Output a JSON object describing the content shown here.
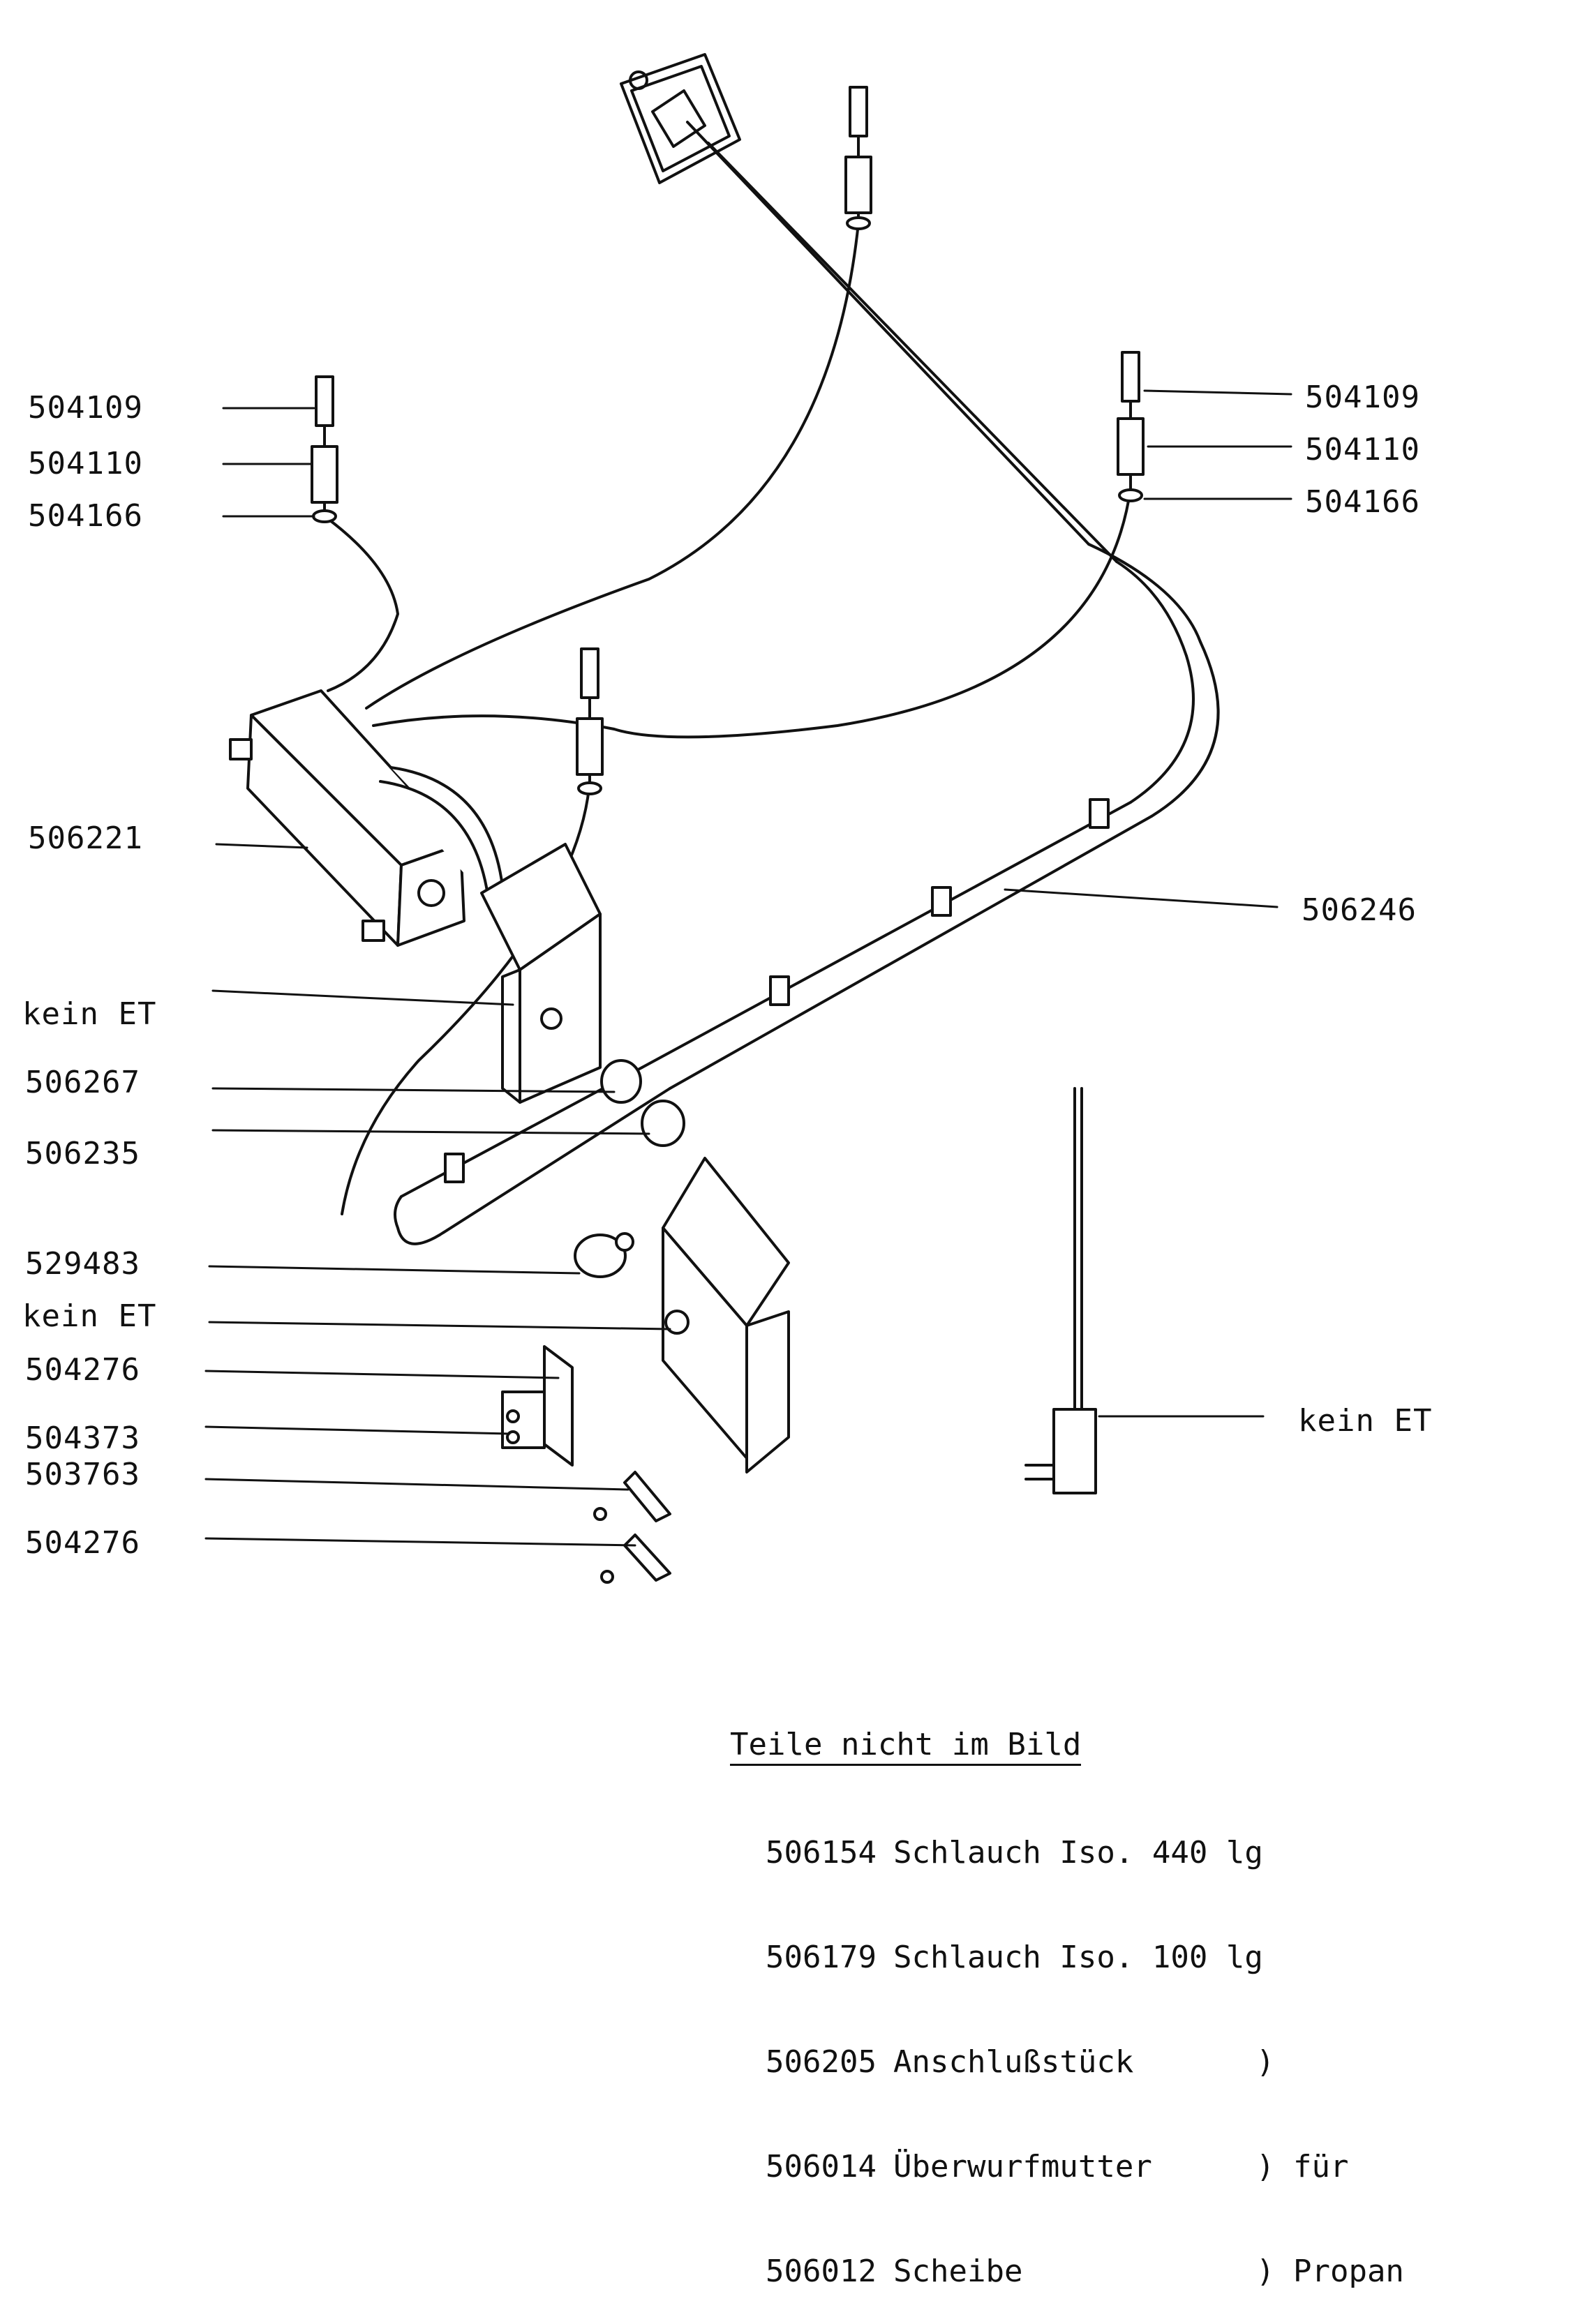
{
  "callouts_left": [
    {
      "id": "504109",
      "text": "504109"
    },
    {
      "id": "504110",
      "text": "504110"
    },
    {
      "id": "504166",
      "text": "504166"
    },
    {
      "id": "506221",
      "text": "506221"
    },
    {
      "id": "kein-et-1",
      "text": "kein ET"
    },
    {
      "id": "506267",
      "text": "506267"
    },
    {
      "id": "506235",
      "text": "506235"
    },
    {
      "id": "529483",
      "text": "529483"
    },
    {
      "id": "kein-et-2",
      "text": "kein ET"
    },
    {
      "id": "504276a",
      "text": "504276"
    },
    {
      "id": "504373",
      "text": "504373"
    },
    {
      "id": "503763",
      "text": "503763"
    },
    {
      "id": "504276b",
      "text": "504276"
    }
  ],
  "callouts_right": [
    {
      "id": "504109r",
      "text": "504109"
    },
    {
      "id": "504110r",
      "text": "504110"
    },
    {
      "id": "504166r",
      "text": "504166"
    },
    {
      "id": "506246",
      "text": "506246"
    },
    {
      "id": "kein-et-3",
      "text": "kein ET"
    }
  ],
  "notes": {
    "heading": "Teile nicht im Bild",
    "rows": [
      {
        "num": "506154",
        "name": "Schlauch Iso. 440 lg",
        "note": ""
      },
      {
        "num": "506179",
        "name": "Schlauch Iso. 100 lg",
        "note": ""
      },
      {
        "num": "506205",
        "name": "Anschlußstück",
        "note": ")"
      },
      {
        "num": "506014",
        "name": "Überwurfmutter",
        "note": ") für"
      },
      {
        "num": "506012",
        "name": "Scheibe",
        "note": ") Propan"
      }
    ]
  }
}
